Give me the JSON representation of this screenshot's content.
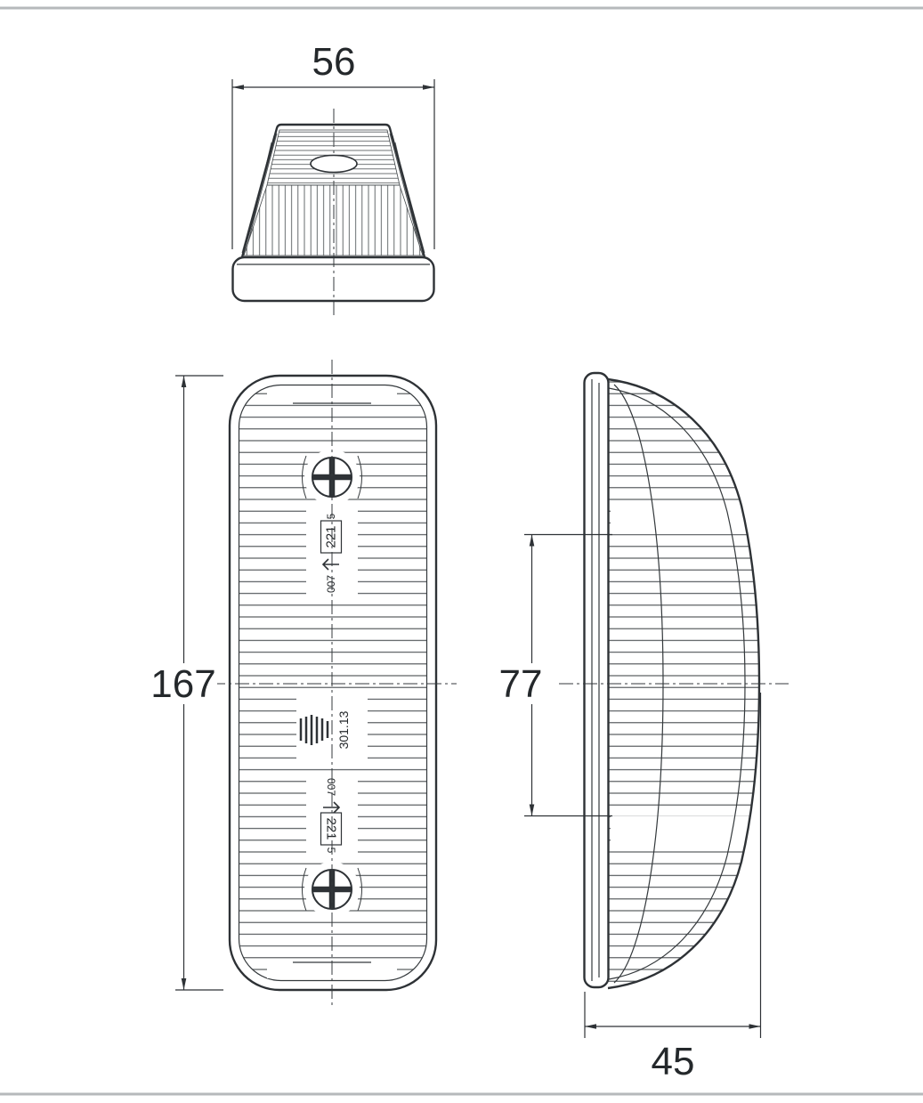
{
  "dimensions": {
    "top_width": "56",
    "front_height": "167",
    "side_spacing": "77",
    "side_depth": "45"
  },
  "markings": {
    "approval_number_top": "221",
    "approval_number_bottom": "221",
    "small_digit_top": "5",
    "small_digit_bottom": "5",
    "code_top": "007",
    "code_bottom": "007",
    "part_number": "301.13"
  }
}
